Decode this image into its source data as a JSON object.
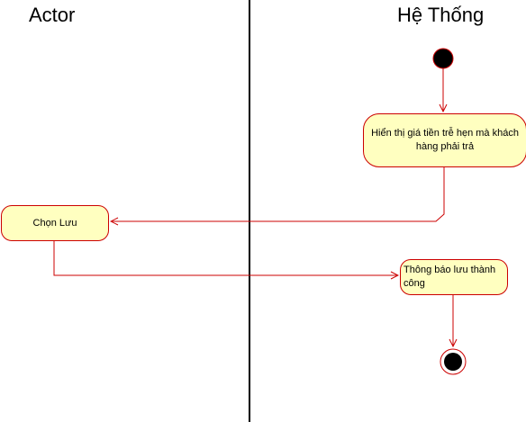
{
  "lanes": {
    "actor": {
      "title": "Actor"
    },
    "system": {
      "title": "Hệ Thống"
    }
  },
  "nodes": {
    "display_fee": {
      "label": "Hiển thị giá tiền trễ hẹn mà khách hàng phải trả"
    },
    "choose_save": {
      "label": "Chọn Lưu"
    },
    "notify_success": {
      "label": "Thông báo lưu thành công"
    }
  },
  "colors": {
    "node_fill": "#ffffc0",
    "node_border": "#cc0000",
    "edge": "#cc0000",
    "start_fill": "#000000",
    "divider": "#000000"
  }
}
